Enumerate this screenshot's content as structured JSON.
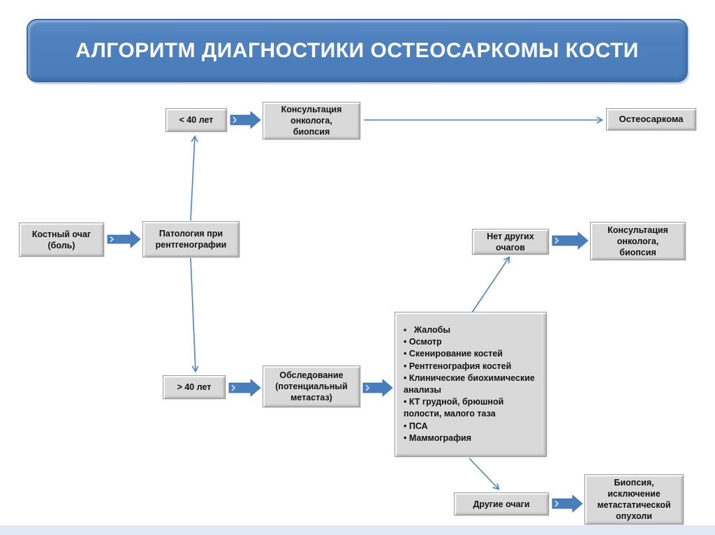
{
  "slide": {
    "title": "АЛГОРИТМ ДИАГНОСТИКИ ОСТЕОСАРКОМЫ КОСТИ",
    "colors": {
      "banner_blue": "#4e81bd",
      "arrow_blue": "#4f81bd",
      "node_gray": "#d9d9d9",
      "footer_band": "#dfe8f3"
    }
  },
  "nodes": {
    "bone_focus": "Костный очаг\n(боль)",
    "pathology": "Патология при\nрентгенографии",
    "under40": "< 40 лет",
    "over40": "> 40 лет",
    "consult_top": "Консультация\nонколога,\nбиопсия",
    "osteosarcoma": "Остеосаркома",
    "no_other_foci": "Нет других\nочагов",
    "consult_right": "Консультация\nонколога,\nбиопсия",
    "examination": "Обследование\n(потенциальный\nметастаз)",
    "other_foci": "Другие очаги",
    "biopsy": "Биопсия,\nисключение\nметастатической\nопухоли",
    "checklist": {
      "items": [
        "▪   Жалобы",
        "• Осмотр",
        "• Скенирование костей",
        "• Рентгенография костей",
        "• Клинические биохимические анализы",
        "• КТ грудной, брюшной полости, малого таза",
        "• ПСА",
        "• Маммография"
      ]
    }
  }
}
